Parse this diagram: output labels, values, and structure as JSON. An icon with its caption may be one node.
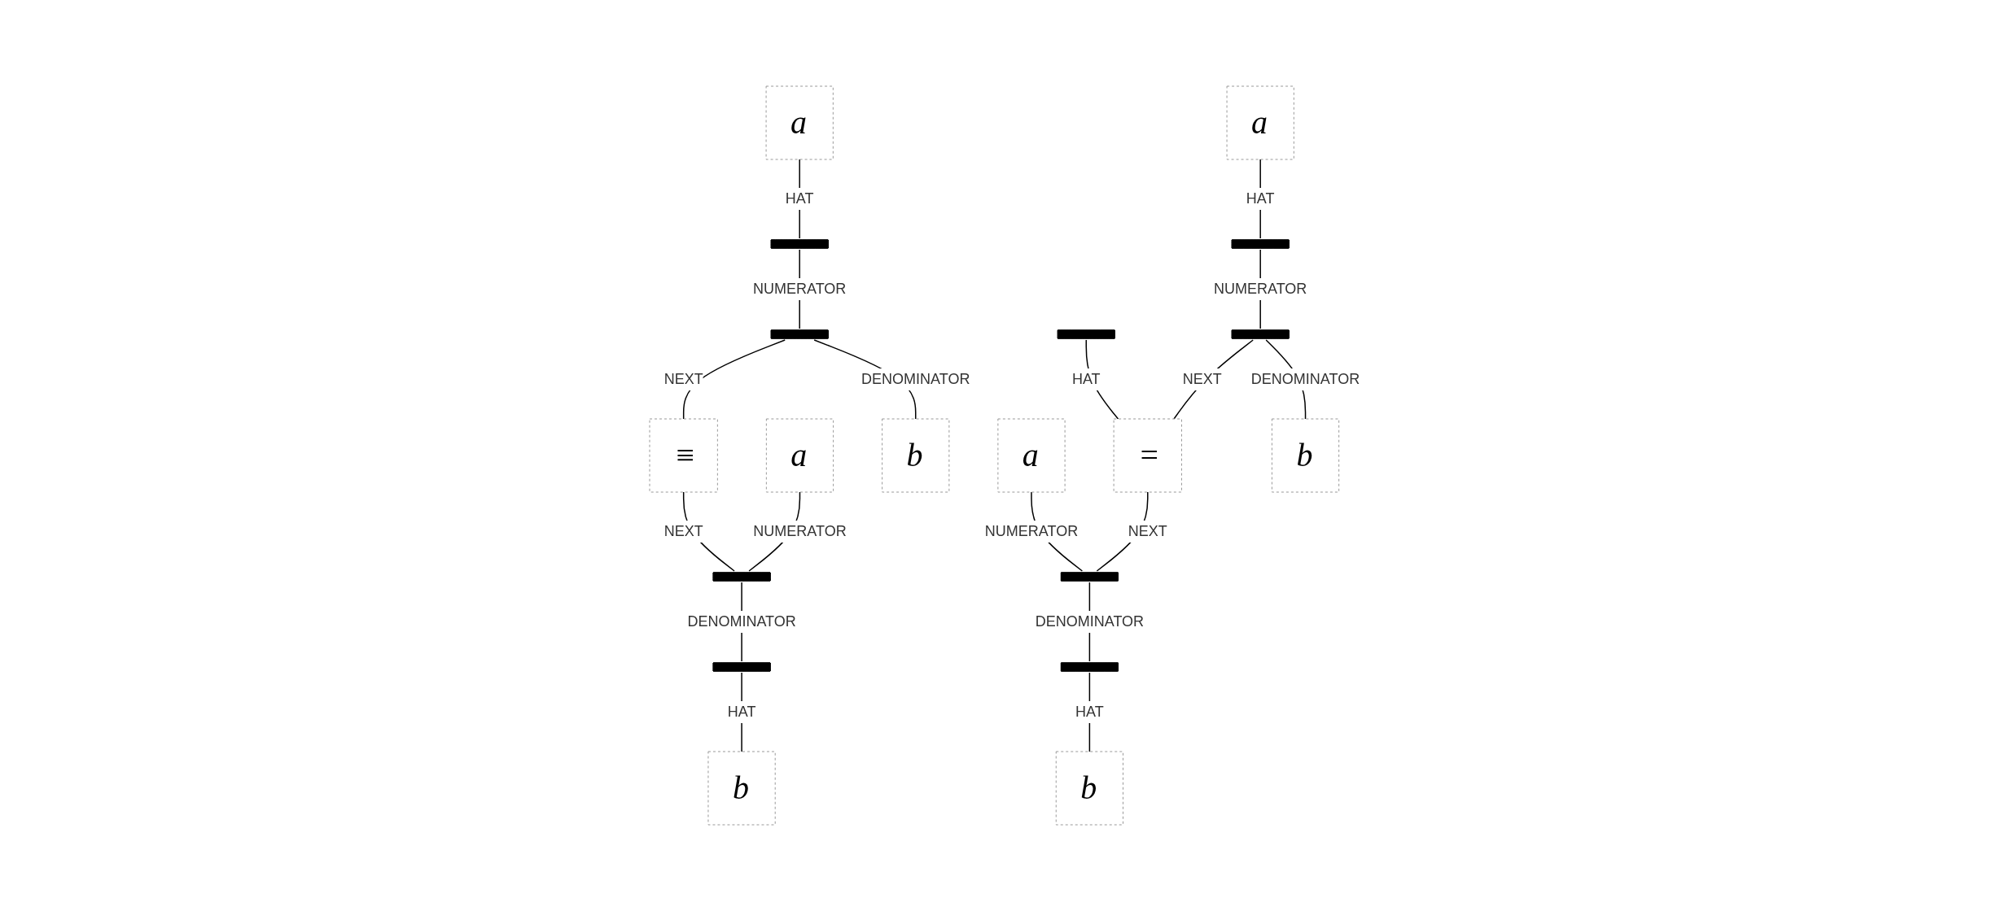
{
  "diagram": {
    "nodes": [
      {
        "text": [
          "a"
        ]
      },
      {
        "text": [],
        "shape": "bar"
      },
      {
        "text": [],
        "shape": "bar"
      },
      {
        "text": [
          "≡"
        ]
      },
      {
        "text": [
          "a"
        ]
      },
      {
        "text": [],
        "shape": "bar"
      },
      {
        "text": [
          "b"
        ]
      },
      {
        "text": [],
        "shape": "bar"
      },
      {
        "text": [
          "b"
        ]
      },
      {
        "text": [
          "a"
        ]
      },
      {
        "text": [],
        "shape": "bar"
      },
      {
        "text": [],
        "shape": "bar"
      },
      {
        "text": [
          "a"
        ]
      },
      {
        "text": [],
        "shape": "bar"
      },
      {
        "text": [
          "="
        ]
      },
      {
        "text": [],
        "shape": "bar"
      },
      {
        "text": [
          "b"
        ]
      },
      {
        "text": [],
        "shape": "bar"
      },
      {
        "text": [
          "b"
        ]
      }
    ],
    "edges": [
      {
        "from": 0,
        "to": 1,
        "arrow": "none",
        "label": "HAT"
      },
      {
        "from": 1,
        "to": 2,
        "arrow": "none",
        "label": "NUMERATOR"
      },
      {
        "from": 2,
        "to": 3,
        "arrow": "none",
        "label": "NEXT"
      },
      {
        "from": 3,
        "to": 5,
        "arrow": "none",
        "label": "NEXT"
      },
      {
        "from": 4,
        "to": 5,
        "arrow": "none",
        "label": "NUMERATOR"
      },
      {
        "from": 2,
        "to": 6,
        "arrow": "none",
        "label": "DENOMINATOR"
      },
      {
        "from": 5,
        "to": 7,
        "arrow": "none",
        "label": "DENOMINATOR"
      },
      {
        "from": 7,
        "to": 8,
        "arrow": "none",
        "label": "HAT"
      },
      {
        "from": 9,
        "to": 10,
        "arrow": "none",
        "label": "HAT"
      },
      {
        "from": 11,
        "to": 14,
        "arrow": "none",
        "label": "HAT"
      },
      {
        "from": 10,
        "to": 13,
        "arrow": "none",
        "label": "NUMERATOR"
      },
      {
        "from": 12,
        "to": 15,
        "arrow": "none",
        "label": "NUMERATOR"
      },
      {
        "from": 13,
        "to": 14,
        "arrow": "none",
        "label": "NEXT"
      },
      {
        "from": 14,
        "to": 15,
        "arrow": "none",
        "label": "NEXT"
      },
      {
        "from": 13,
        "to": 16,
        "arrow": "none",
        "label": "DENOMINATOR"
      },
      {
        "from": 15,
        "to": 17,
        "arrow": "none",
        "label": "DENOMINATOR"
      },
      {
        "from": 17,
        "to": 18,
        "arrow": "none",
        "label": "HAT"
      }
    ]
  }
}
